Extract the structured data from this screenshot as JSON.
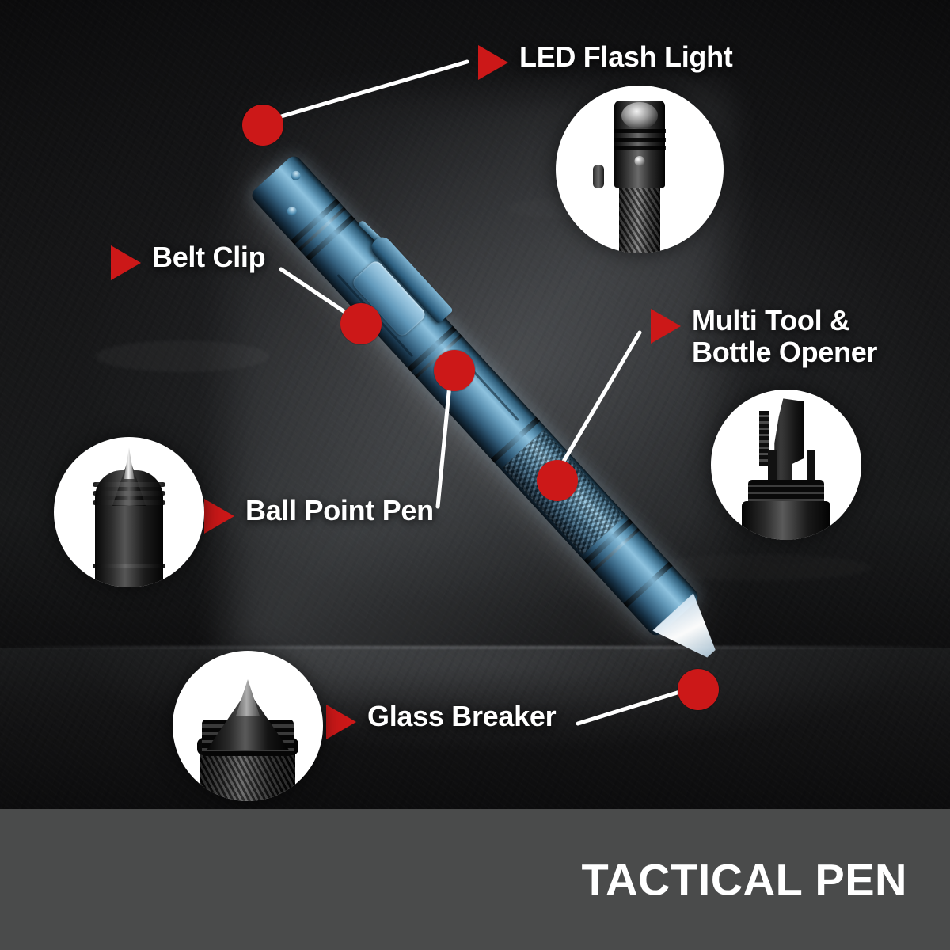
{
  "product": {
    "title": "TACTICAL PEN",
    "background_color": "#0d0d0e",
    "footer_color": "#4a4b4b",
    "accent_color": "#cc1818",
    "pen_color": "#5b95b5"
  },
  "callouts": [
    {
      "id": "led-flash-light",
      "label": "LED Flash Light",
      "arrow_icon": "triangle-right-icon",
      "dot_color": "#cc1818"
    },
    {
      "id": "belt-clip",
      "label": "Belt Clip",
      "arrow_icon": "triangle-right-icon",
      "dot_color": "#cc1818"
    },
    {
      "id": "multi-tool-bottle-opener",
      "label": "Multi Tool &\nBottle Opener",
      "arrow_icon": "triangle-right-icon",
      "dot_color": "#cc1818"
    },
    {
      "id": "ball-point-pen",
      "label": "Ball Point Pen",
      "arrow_icon": "triangle-right-icon",
      "dot_color": "#cc1818"
    },
    {
      "id": "glass-breaker",
      "label": "Glass Breaker",
      "arrow_icon": "triangle-right-icon",
      "dot_color": "#cc1818"
    }
  ],
  "insets": [
    {
      "id": "flashlight-head",
      "depicts": "flashlight-head-photo"
    },
    {
      "id": "multi-tool-head",
      "depicts": "bottle-opener-tool-photo"
    },
    {
      "id": "ballpoint-tip",
      "depicts": "ballpoint-pen-tip-photo"
    },
    {
      "id": "glassbreaker-tip",
      "depicts": "glass-breaker-tip-photo"
    }
  ],
  "hero": {
    "depicts": "blue-tactical-pen-photo"
  }
}
